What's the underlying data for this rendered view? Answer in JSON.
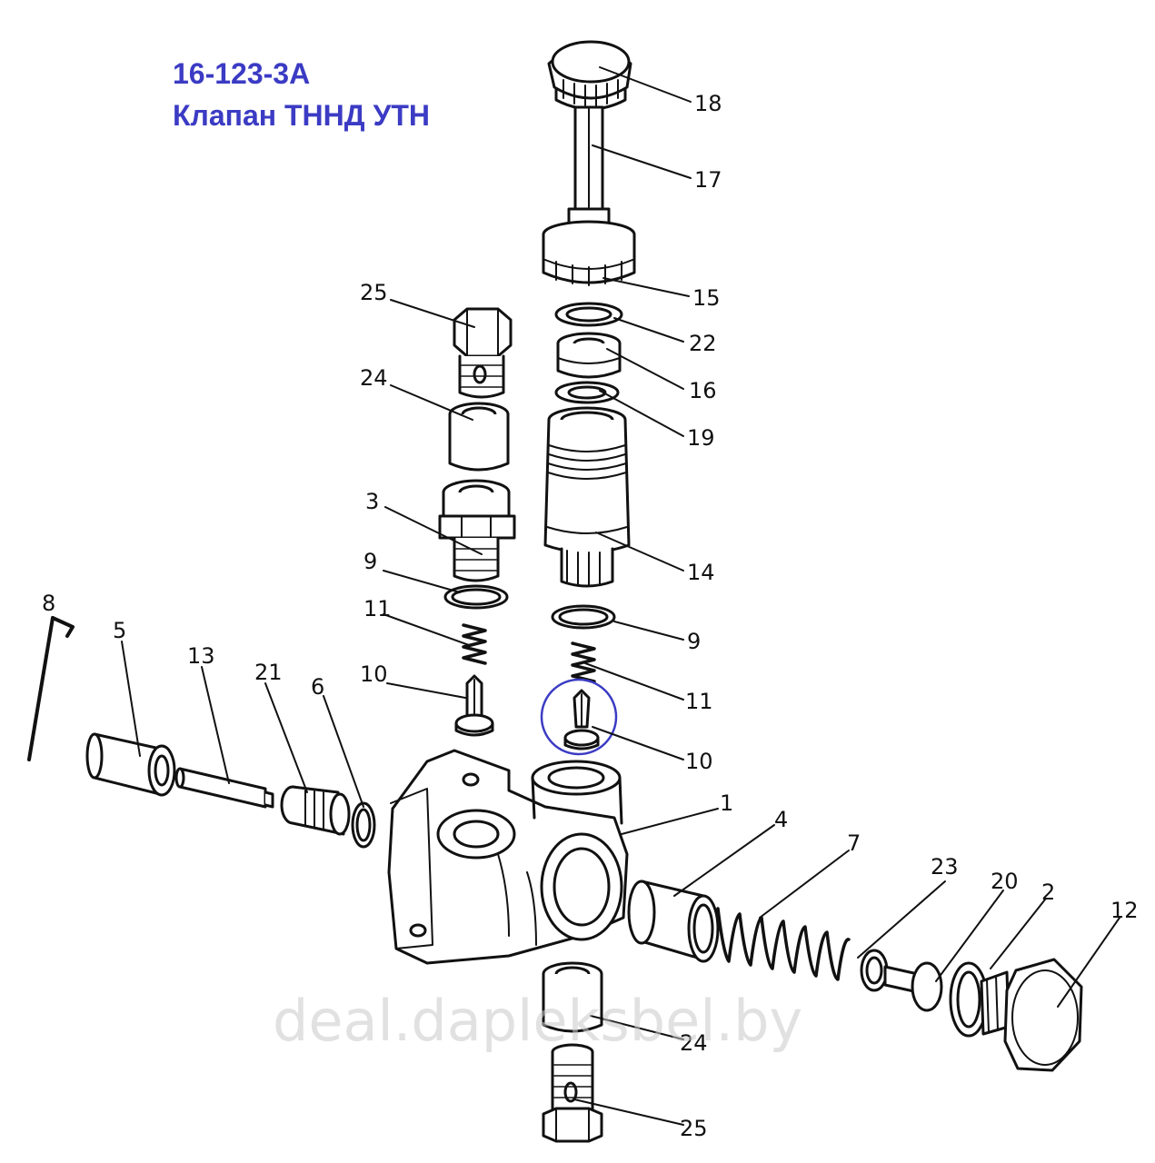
{
  "header": {
    "part_number": "16-123-3A",
    "part_name": "Клапан ТННД УТН"
  },
  "watermark": "deal.dapleksbel.by",
  "colors": {
    "title": "#3b3bc4",
    "highlight_circle": "#3b3bc4",
    "line_art": "#111111"
  },
  "highlighted_part": "10",
  "callouts": [
    {
      "id": "c18",
      "label": "18"
    },
    {
      "id": "c17",
      "label": "17"
    },
    {
      "id": "c15",
      "label": "15"
    },
    {
      "id": "c22",
      "label": "22"
    },
    {
      "id": "c16",
      "label": "16"
    },
    {
      "id": "c19",
      "label": "19"
    },
    {
      "id": "c14",
      "label": "14"
    },
    {
      "id": "c9r",
      "label": "9"
    },
    {
      "id": "c11r",
      "label": "11"
    },
    {
      "id": "c10r",
      "label": "10"
    },
    {
      "id": "c25t",
      "label": "25"
    },
    {
      "id": "c24t",
      "label": "24"
    },
    {
      "id": "c3",
      "label": "3"
    },
    {
      "id": "c9l",
      "label": "9"
    },
    {
      "id": "c11l",
      "label": "11"
    },
    {
      "id": "c10l",
      "label": "10"
    },
    {
      "id": "c8",
      "label": "8"
    },
    {
      "id": "c5",
      "label": "5"
    },
    {
      "id": "c13",
      "label": "13"
    },
    {
      "id": "c21",
      "label": "21"
    },
    {
      "id": "c6",
      "label": "6"
    },
    {
      "id": "c1",
      "label": "1"
    },
    {
      "id": "c4",
      "label": "4"
    },
    {
      "id": "c7",
      "label": "7"
    },
    {
      "id": "c23",
      "label": "23"
    },
    {
      "id": "c20",
      "label": "20"
    },
    {
      "id": "c2",
      "label": "2"
    },
    {
      "id": "c12",
      "label": "12"
    },
    {
      "id": "c24b",
      "label": "24"
    },
    {
      "id": "c25b",
      "label": "25"
    }
  ]
}
